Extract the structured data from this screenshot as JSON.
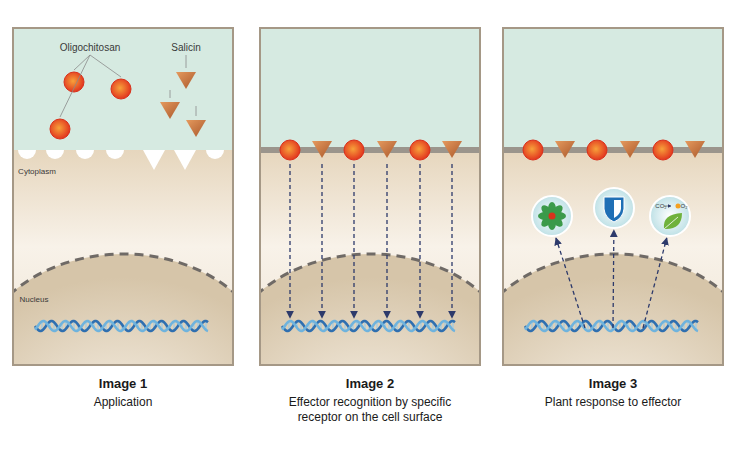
{
  "diagram": {
    "nodes": [
      {
        "text": [
          "Image 1",
          "Application"
        ]
      },
      {
        "text": [
          "Image 2",
          "Effector recognition by specific receptor on the cell surface"
        ]
      },
      {
        "text": [
          "Image 3",
          "Plant response to effector"
        ]
      }
    ],
    "labels": [
      "Oligochitosan",
      "Salicin",
      "Cytoplasm",
      "Nucleus",
      "CO₂",
      "O₂"
    ]
  }
}
